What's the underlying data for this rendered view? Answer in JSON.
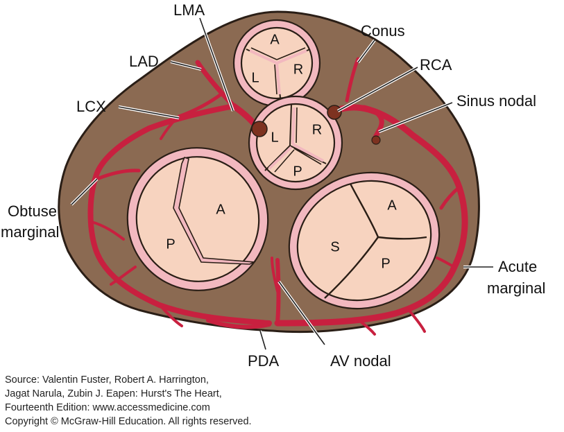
{
  "colors": {
    "myocardium": "#8b6a52",
    "myocardium_edge": "#2a1e16",
    "valve_ring": "#f2b8bf",
    "valve_fill": "#f7d3bf",
    "artery": "#c8203f",
    "ostium": "#7d3220"
  },
  "labels": {
    "lma": "LMA",
    "lad": "LAD",
    "lcx": "LCX",
    "conus": "Conus",
    "rca": "RCA",
    "sinus_nodal": "Sinus nodal",
    "obtuse_marginal": [
      "Obtuse",
      "marginal"
    ],
    "acute_marginal": [
      "Acute",
      "marginal"
    ],
    "pda": "PDA",
    "av_nodal": "AV nodal"
  },
  "valves": {
    "pulmonic": {
      "anterior": "A",
      "left": "L",
      "right": "R"
    },
    "aortic": {
      "left": "L",
      "right": "R",
      "posterior": "P"
    },
    "mitral": {
      "anterior": "A",
      "posterior": "P"
    },
    "tricuspid": {
      "anterior": "A",
      "septal": "S",
      "posterior": "P"
    }
  },
  "source": [
    "Source: Valentin Fuster, Robert A. Harrington,",
    "Jagat Narula, Zubin J. Eapen: Hurst's The Heart,",
    "Fourteenth Edition: www.accessmedicine.com",
    "Copyright © McGraw-Hill Education. All rights reserved."
  ]
}
